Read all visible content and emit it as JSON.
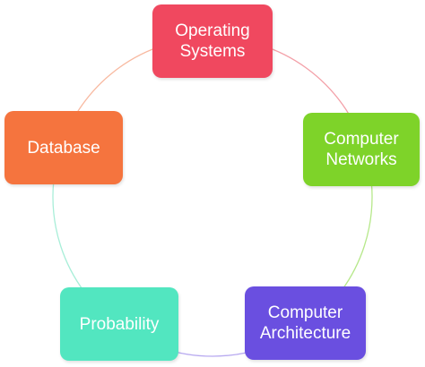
{
  "diagram": {
    "nodes": [
      {
        "id": "os",
        "label": "Operating\nSystems",
        "color": "#f0485f"
      },
      {
        "id": "cn",
        "label": "Computer\nNetworks",
        "color": "#7ed329"
      },
      {
        "id": "ca",
        "label": "Computer\nArchitecture",
        "color": "#6a4fe0"
      },
      {
        "id": "prob",
        "label": "Probability",
        "color": "#52e6c0"
      },
      {
        "id": "db",
        "label": "Database",
        "color": "#f5743e"
      }
    ],
    "edges": [
      {
        "from": "os",
        "to": "cn",
        "color": "#f3a0a8"
      },
      {
        "from": "cn",
        "to": "ca",
        "color": "#b6e88a"
      },
      {
        "from": "ca",
        "to": "prob",
        "color": "#b8aaf0"
      },
      {
        "from": "prob",
        "to": "db",
        "color": "#a8eed8"
      },
      {
        "from": "db",
        "to": "os",
        "color": "#f8b9a0"
      }
    ]
  }
}
